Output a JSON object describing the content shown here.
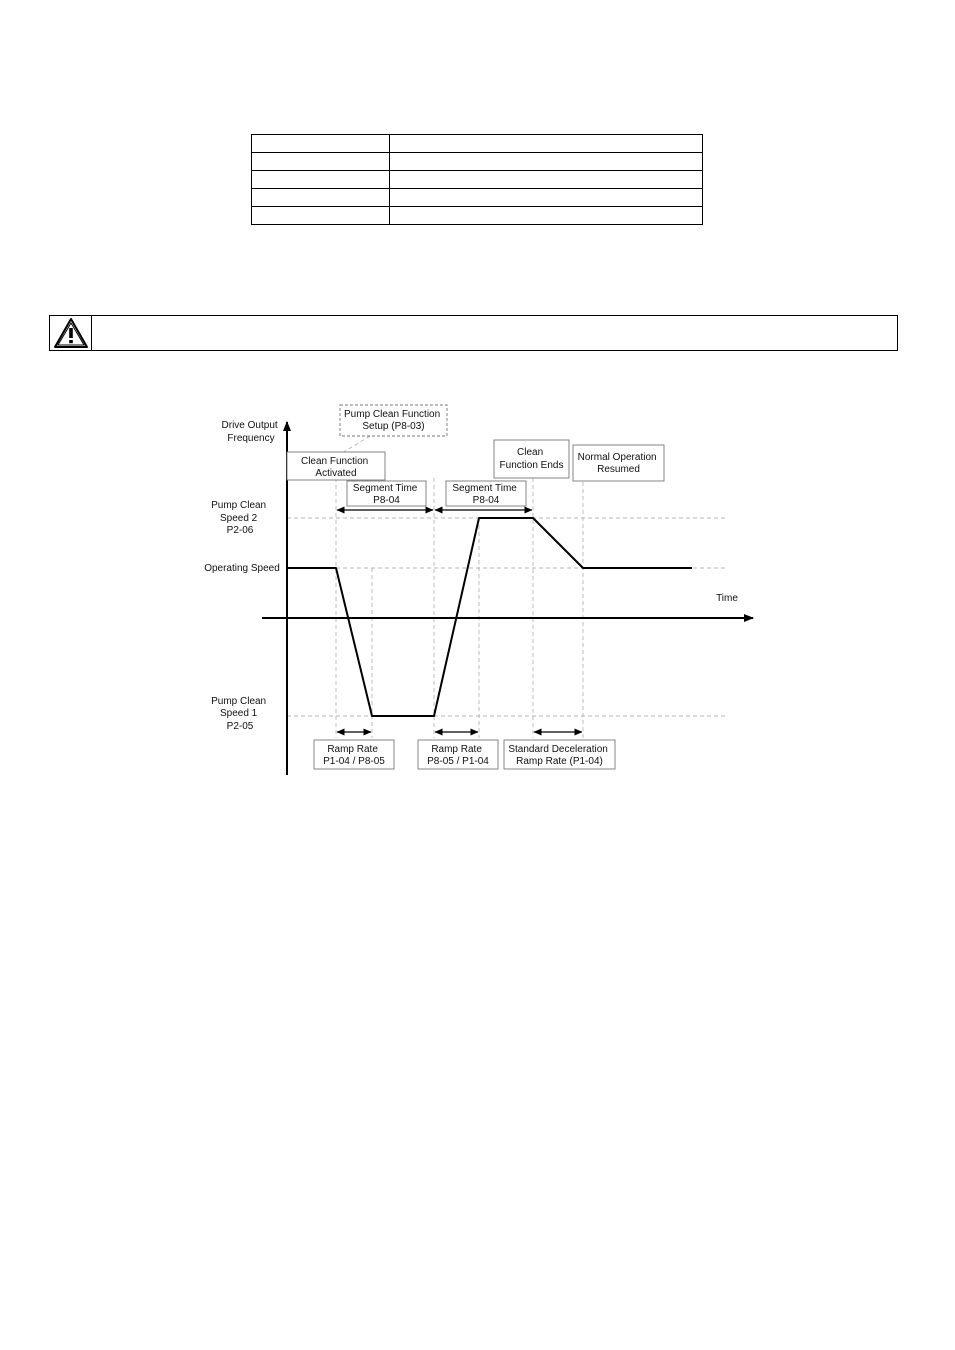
{
  "param_table": {
    "rows": [
      [
        "",
        ""
      ],
      [
        "",
        ""
      ],
      [
        "",
        ""
      ],
      [
        "",
        ""
      ],
      [
        "",
        ""
      ]
    ]
  },
  "warning": {
    "icon": "warning-triangle-icon",
    "text": ""
  },
  "diagram": {
    "y_axis_label": [
      "Drive Output",
      "Frequency"
    ],
    "x_axis_label": "Time",
    "levels": {
      "speed2": [
        "Pump Clean",
        "Speed 2",
        "P2-06"
      ],
      "operating": [
        "Operating Speed"
      ],
      "speed1": [
        "Pump Clean",
        "Speed 1",
        "P2-05"
      ]
    },
    "callouts": {
      "setup": [
        "Pump Clean Function",
        "Setup (P8-03)"
      ],
      "activated": [
        "Clean Function",
        "Activated"
      ],
      "segment1": [
        "Segment Time",
        "P8-04"
      ],
      "segment2": [
        "Segment Time",
        "P8-04"
      ],
      "ends": [
        "Clean",
        "Function Ends"
      ],
      "resumed": [
        "Normal Operation",
        "Resumed"
      ],
      "ramp1": [
        "Ramp Rate",
        "P1-04 / P8-05"
      ],
      "ramp2": [
        "Ramp Rate",
        "P8-05 / P1-04"
      ],
      "decel": [
        "Standard Deceleration",
        "Ramp Rate (P1-04)"
      ]
    }
  }
}
